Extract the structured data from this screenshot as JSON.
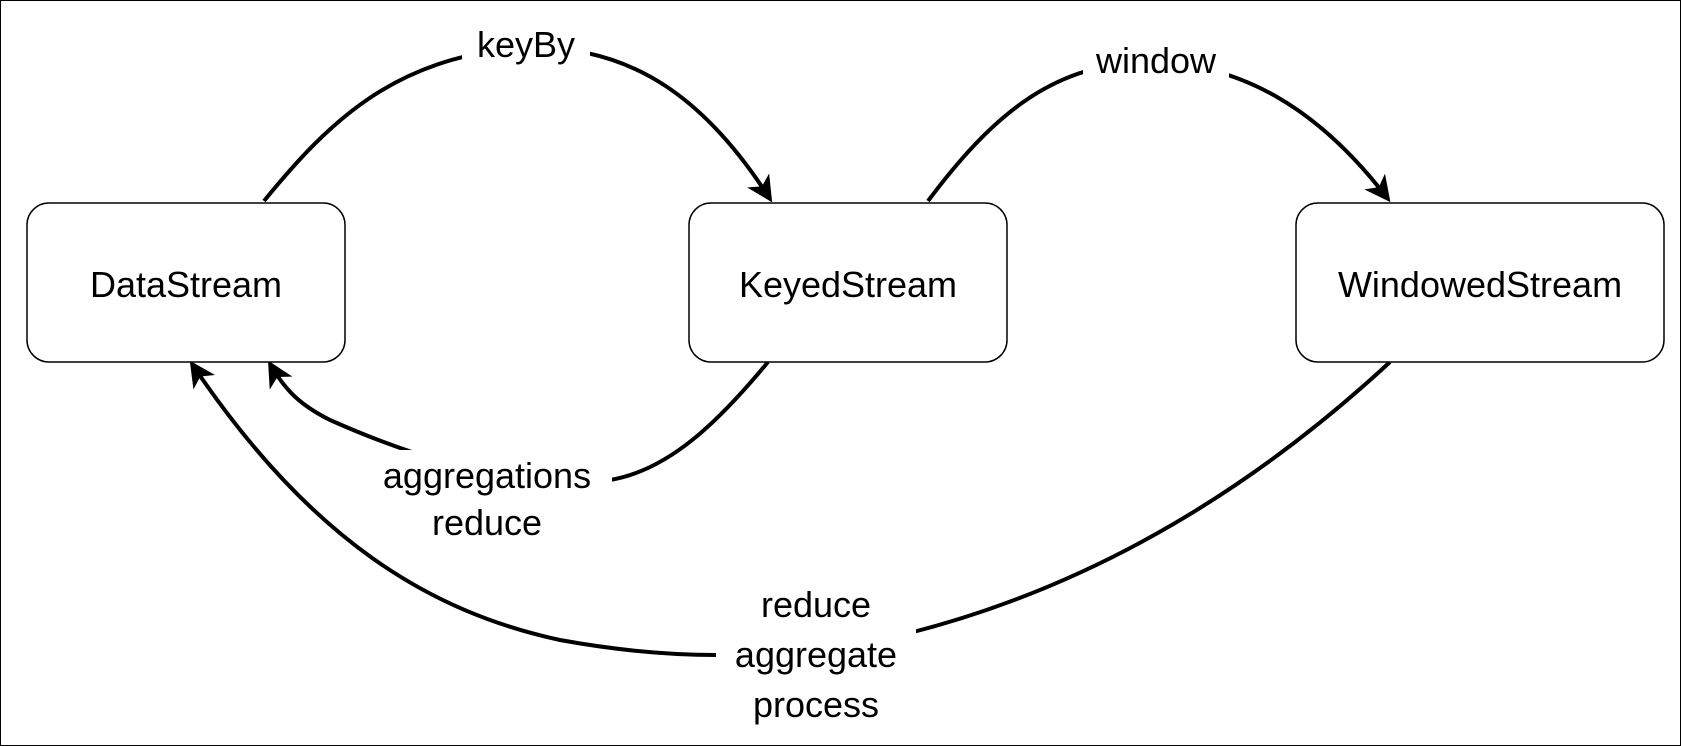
{
  "diagram": {
    "nodes": {
      "datastream": {
        "label": "DataStream"
      },
      "keyedstream": {
        "label": "KeyedStream"
      },
      "windowedstream": {
        "label": "WindowedStream"
      }
    },
    "edges": [
      {
        "from": "DataStream",
        "to": "KeyedStream",
        "lines": [
          "keyBy"
        ]
      },
      {
        "from": "KeyedStream",
        "to": "WindowedStream",
        "lines": [
          "window"
        ]
      },
      {
        "from": "KeyedStream",
        "to": "DataStream",
        "lines": [
          "aggregations",
          "reduce"
        ]
      },
      {
        "from": "WindowedStream",
        "to": "DataStream",
        "lines": [
          "reduce",
          "aggregate",
          "process"
        ]
      }
    ]
  },
  "colors": {
    "canvas": "#ffffff",
    "border": "#000000",
    "stroke": "#000000",
    "text": "#000000"
  }
}
